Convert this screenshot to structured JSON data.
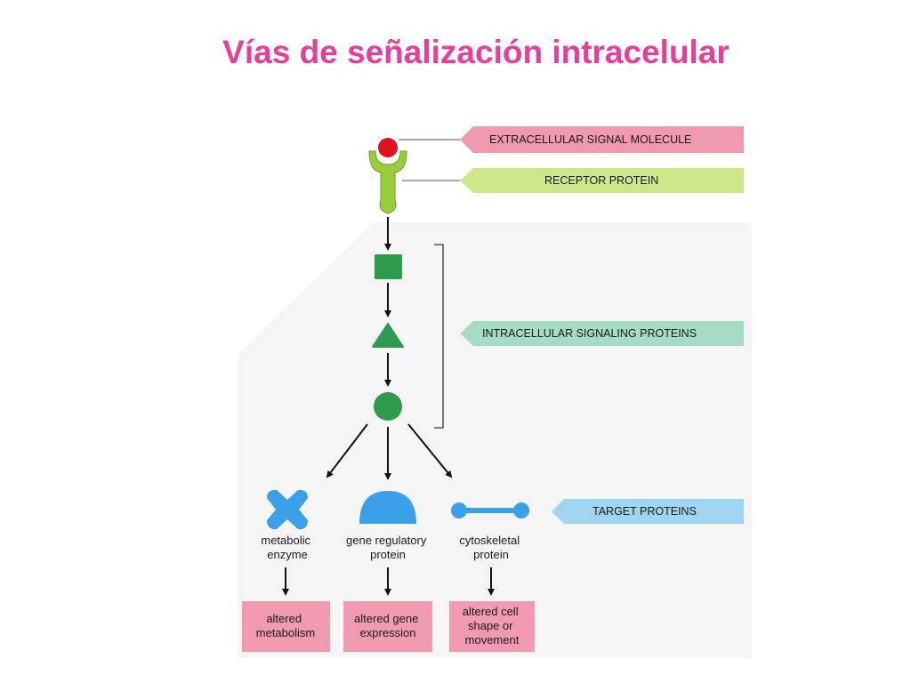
{
  "title": "Vías de señalización intracelular",
  "tags": {
    "extracellular_signal_molecule": "EXTRACELLULAR SIGNAL MOLECULE",
    "receptor_protein": "RECEPTOR PROTEIN",
    "intracellular_signaling_proteins": "INTRACELLULAR SIGNALING PROTEINS",
    "target_proteins": "TARGET PROTEINS"
  },
  "targets": {
    "metabolic_enzyme": [
      "metabolic",
      "enzyme"
    ],
    "gene_regulatory_protein": [
      "gene regulatory",
      "protein"
    ],
    "cytoskeletal_protein": [
      "cytoskeletal",
      "protein"
    ]
  },
  "outcomes": {
    "altered_metabolism": [
      "altered",
      "metabolism"
    ],
    "altered_gene_expression": [
      "altered gene",
      "expression"
    ],
    "altered_cell_shape": [
      "altered cell",
      "shape or",
      "movement"
    ]
  },
  "colors": {
    "title": "#e83e9a",
    "signal_molecule": "#e0101e",
    "receptor": "#9acd3a",
    "intracellular_protein": "#2e9a4e",
    "target_protein": "#3aa0e8",
    "tag_pink": "#ef9ab0",
    "tag_green": "#cde889",
    "tag_teal": "#a6dcc4",
    "tag_blue": "#9fd4f2",
    "outcome_box": "#f19ab2",
    "background_panel": "#f6f6f6"
  }
}
